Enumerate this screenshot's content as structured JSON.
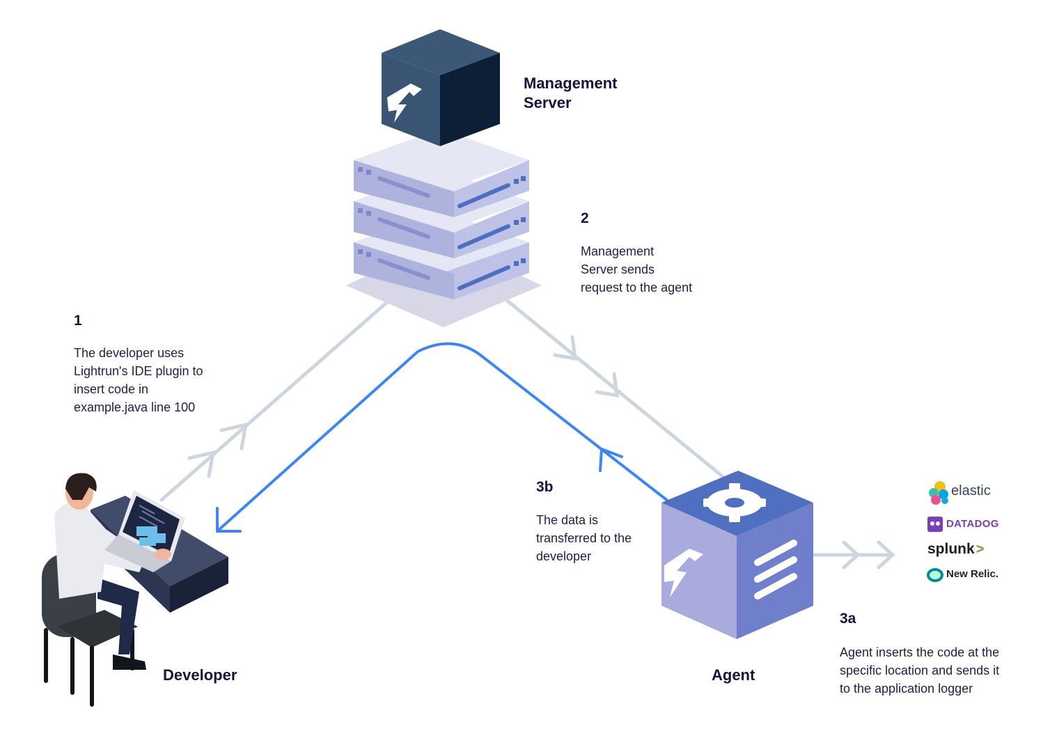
{
  "nodes": {
    "management_server": {
      "title_line1": "Management",
      "title_line2": "Server"
    },
    "developer": {
      "title": "Developer"
    },
    "agent": {
      "title": "Agent"
    }
  },
  "steps": {
    "step1": {
      "number": "1",
      "lines": [
        "The developer uses",
        "Lightrun's IDE plugin to",
        "insert code in",
        "example.java line 100"
      ]
    },
    "step2": {
      "number": "2",
      "lines": [
        "Management",
        "Server sends",
        "request to the agent"
      ]
    },
    "step3a": {
      "number": "3a",
      "lines": [
        "Agent inserts the code at the",
        "specific location and sends it",
        "to the application logger"
      ]
    },
    "step3b": {
      "number": "3b",
      "lines": [
        "The data is",
        "transferred to the",
        "developer"
      ]
    }
  },
  "loggers": {
    "elastic": "elastic",
    "datadog": "DATADOG",
    "splunk": "splunk",
    "splunk_mark": ">",
    "newrelic": "New Relic."
  },
  "colors": {
    "request_path": "#cdd5de",
    "data_path": "#3d86f0",
    "server_dark": "#0c1f36",
    "server_mid": "#3a5473",
    "rack_light": "#e0e1f1",
    "agent_top": "#4f6fc0",
    "agent_side": "#6f7fcc",
    "label_text": "#14153b"
  }
}
